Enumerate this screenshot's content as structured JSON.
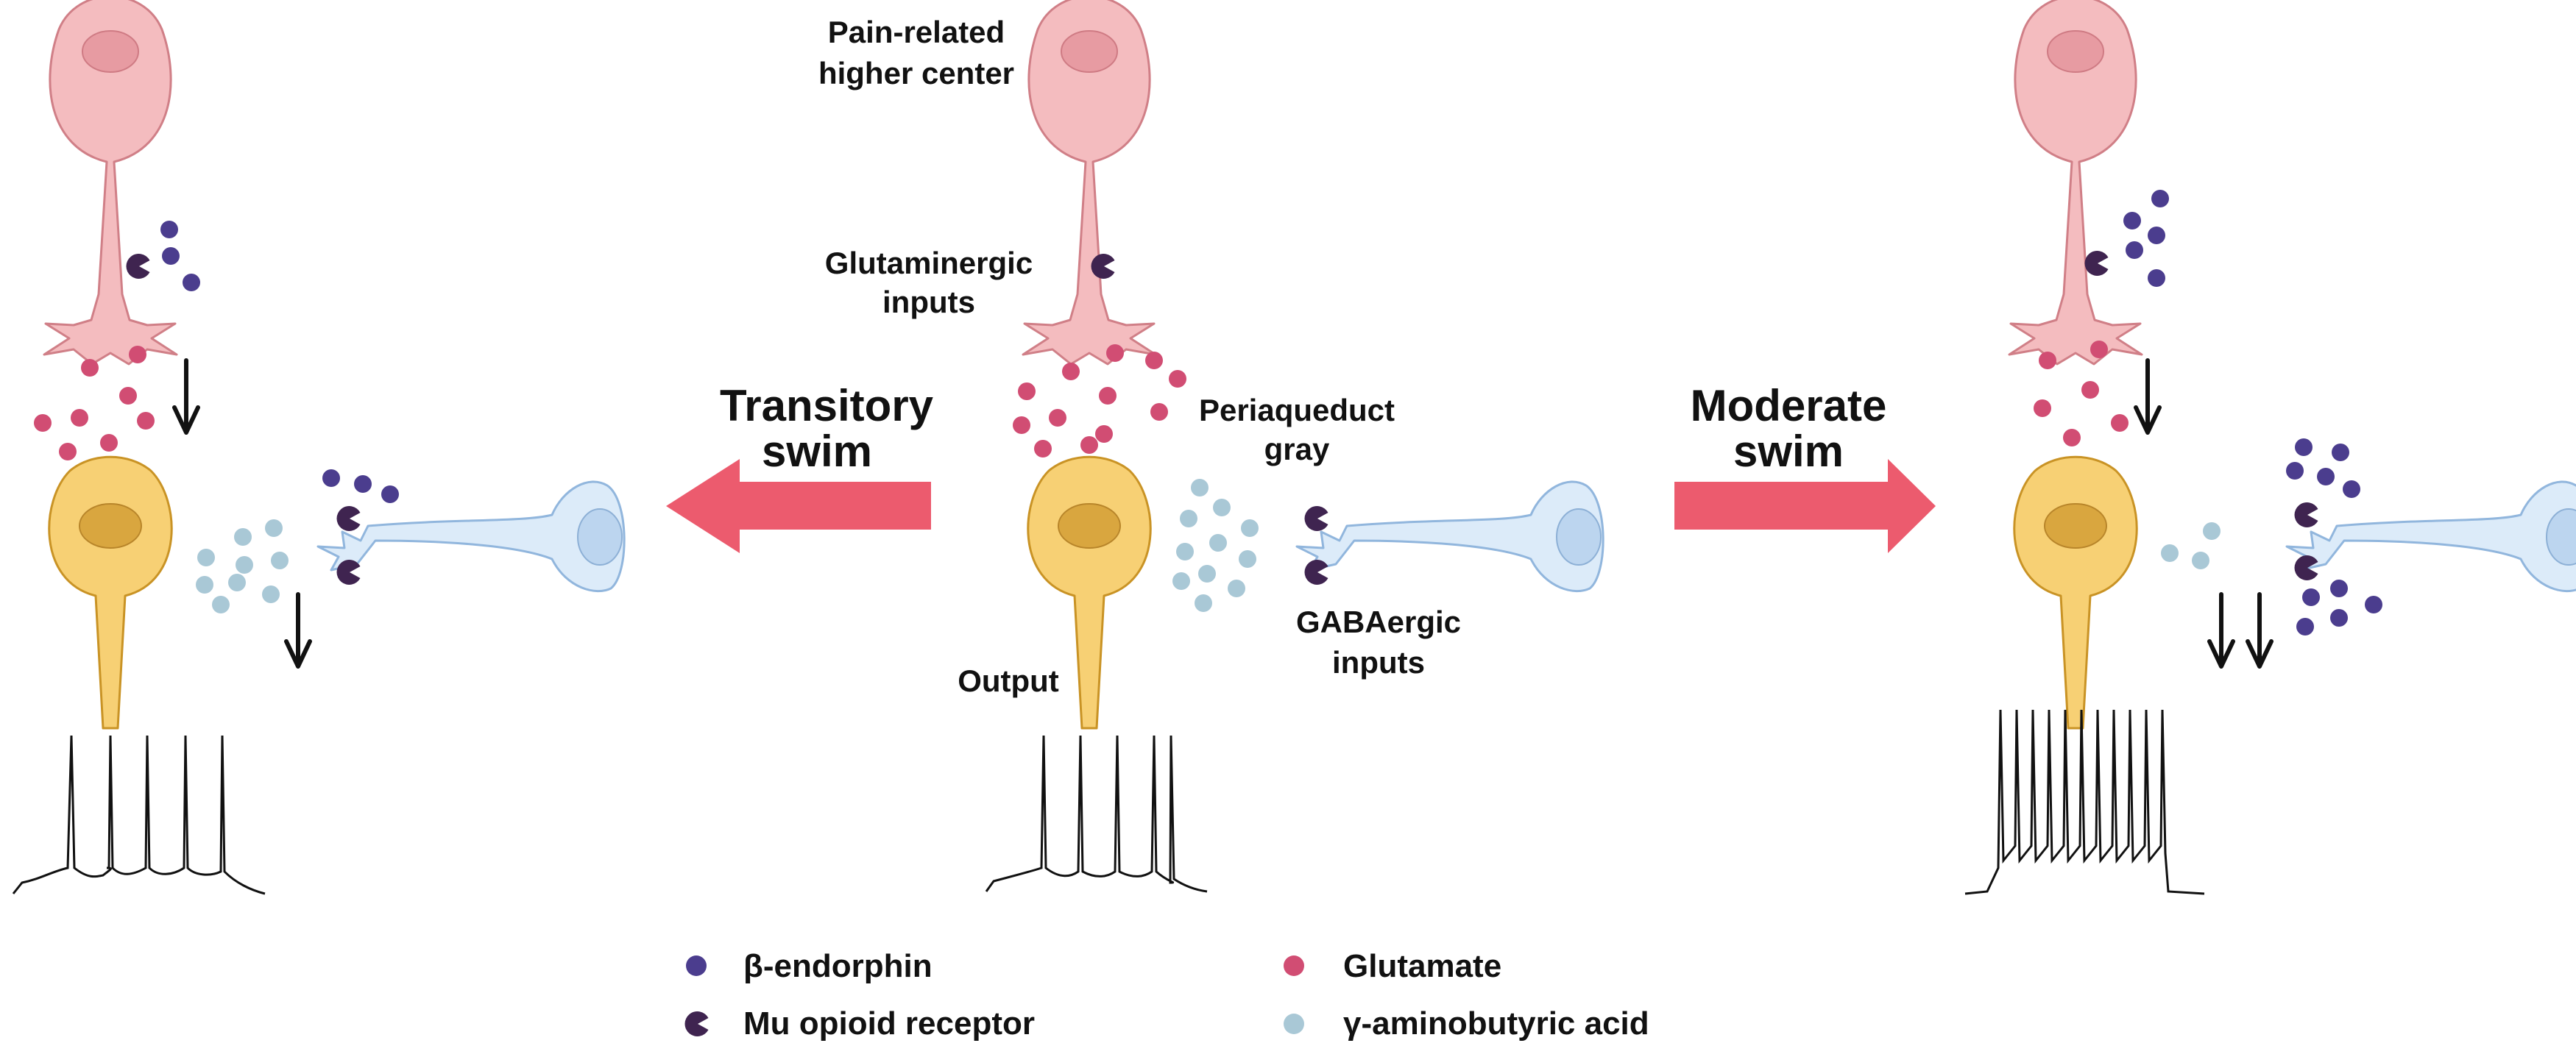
{
  "labels": {
    "higher_center": [
      "Pain-related",
      "higher center"
    ],
    "glutaminergic": [
      "Glutaminergic",
      "inputs"
    ],
    "pag": [
      "Periaqueduct",
      "gray"
    ],
    "gabaergic": [
      "GABAergic",
      "inputs"
    ],
    "output": "Output"
  },
  "conditions": {
    "transitory": [
      "Transitory",
      "swim"
    ],
    "moderate": [
      "Moderate",
      "swim"
    ]
  },
  "legend": {
    "beta_endorphin": "β-endorphin",
    "mu_opioid_receptor": "Mu opioid receptor",
    "glutamate": "Glutamate",
    "gaba": "γ-aminobutyric acid"
  },
  "icons": [
    "pink-neuron-icon",
    "yellow-neuron-icon",
    "blue-neuron-icon",
    "mu-opioid-receptor-icon",
    "down-arrow-icon",
    "action-potential-trace"
  ],
  "colors": {
    "glutamatergic_neuron": "#f4bcbf",
    "output_neuron": "#f7d074",
    "gabaergic_neuron": "#dcebf9",
    "beta_endorphin": "#4b3d8e",
    "mu_opioid_receptor": "#3f2450",
    "glutamate": "#d14d73",
    "gaba": "#a9c8d6",
    "condition_arrow": "#ec5b6e"
  }
}
